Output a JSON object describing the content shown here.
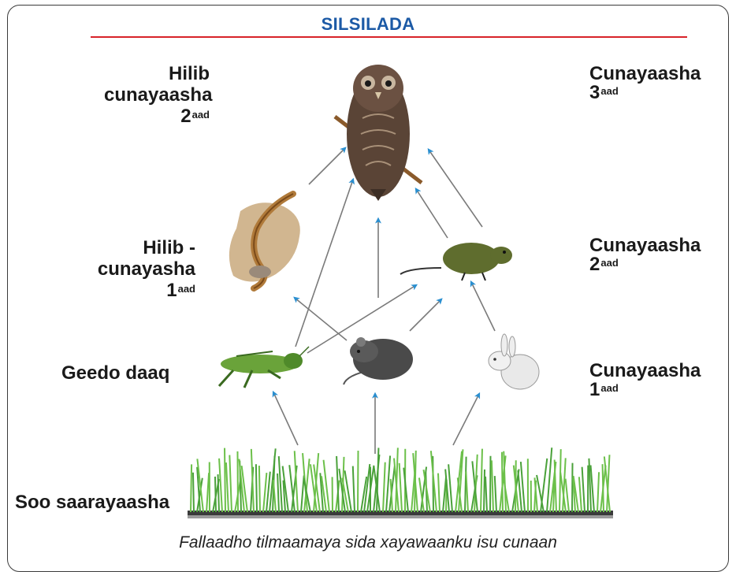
{
  "title": "SILSILADA",
  "caption": "Fallaadho tilmaamaya sida xayawaanku isu cunaan",
  "labels": {
    "tertiary_consumer": {
      "text": "Cunayaasha",
      "num": "3",
      "ord": "aad"
    },
    "secondary_predator_line1": "Hilib",
    "secondary_predator_line2": "cunayaasha",
    "secondary_predator_num": "2",
    "secondary_predator_ord": "aad",
    "primary_predator_line1": "Hilib -",
    "primary_predator_line2": "cunayasha",
    "primary_predator_num": "1",
    "primary_predator_ord": "aad",
    "secondary_consumer": {
      "text": "Cunayaasha",
      "num": "2",
      "ord": "aad"
    },
    "herbivore": "Geedo daaq",
    "primary_consumer": {
      "text": "Cunayaasha",
      "num": "1",
      "ord": "aad"
    },
    "producers": "Soo saarayaasha"
  },
  "organisms": [
    "owl-icon",
    "snake-icon",
    "mouse-icon",
    "grasshopper-icon",
    "rat-icon",
    "rabbit-icon",
    "grass-icon"
  ],
  "colors": {
    "title": "#1c5aa6",
    "rule": "#d8232a",
    "arrow_head": "#2a8fd0",
    "arrow_line": "#7a7a7a"
  }
}
